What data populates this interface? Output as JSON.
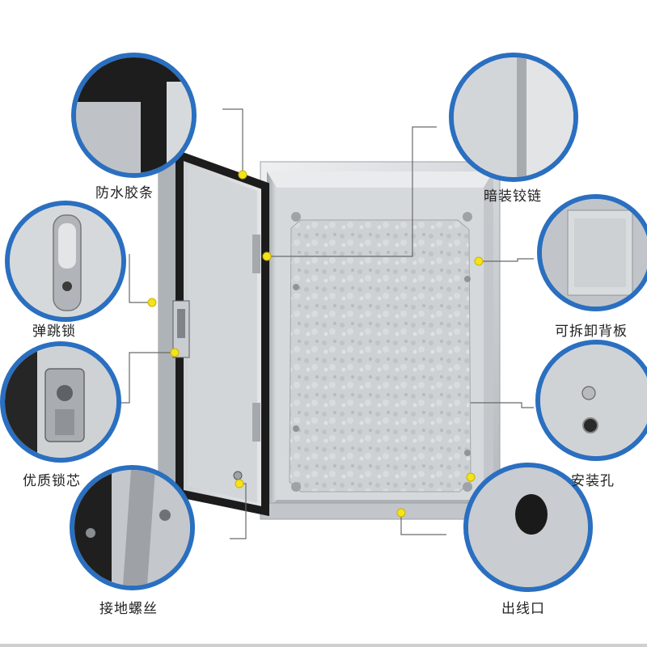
{
  "features": [
    {
      "id": "waterproof-gasket",
      "label": "防水胶条"
    },
    {
      "id": "spring-lock",
      "label": "弹跳锁"
    },
    {
      "id": "lock-core",
      "label": "优质锁芯"
    },
    {
      "id": "ground-screw",
      "label": "接地螺丝"
    },
    {
      "id": "hidden-hinge",
      "label": "暗装铰链"
    },
    {
      "id": "removable-backplate",
      "label": "可拆卸背板"
    },
    {
      "id": "mounting-hole",
      "label": "安装孔"
    },
    {
      "id": "cable-outlet",
      "label": "出线口"
    }
  ],
  "colors": {
    "bubble_border": "#2a6fc0",
    "callout_dot": "#f4e21b",
    "steel_light": "#e2e4e6",
    "steel_mid": "#b9bdc1",
    "gasket": "#1c1c1c"
  }
}
